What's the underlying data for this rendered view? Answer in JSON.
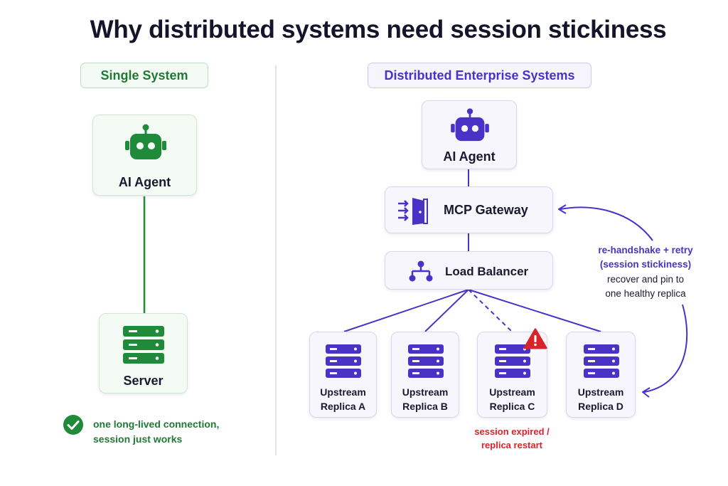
{
  "title": "Why distributed systems need session stickiness",
  "left": {
    "heading": "Single System",
    "agent_label": "AI Agent",
    "server_label": "Server",
    "note_line1": "one long-lived connection,",
    "note_line2": "session just works"
  },
  "right": {
    "heading": "Distributed Enterprise Systems",
    "agent_label": "AI Agent",
    "gateway_label": "MCP Gateway",
    "lb_label": "Load Balancer",
    "replicas": [
      {
        "line1": "Upstream",
        "line2": "Replica A"
      },
      {
        "line1": "Upstream",
        "line2": "Replica B"
      },
      {
        "line1": "Upstream",
        "line2": "Replica C"
      },
      {
        "line1": "Upstream",
        "line2": "Replica D"
      }
    ],
    "failure_note_line1": "session expired /",
    "failure_note_line2": "replica restart",
    "retry_line1": "re-handshake + retry",
    "retry_line2": "(session stickiness)",
    "retry_line3": "recover and pin to",
    "retry_line4": "one healthy replica"
  },
  "colors": {
    "green": "#1f7a34",
    "purple": "#4a32c7",
    "red": "#d8232a"
  },
  "icons": [
    "robot-icon",
    "server-icon",
    "gateway-door-icon",
    "hierarchy-icon",
    "warning-icon",
    "check-circle-icon"
  ]
}
